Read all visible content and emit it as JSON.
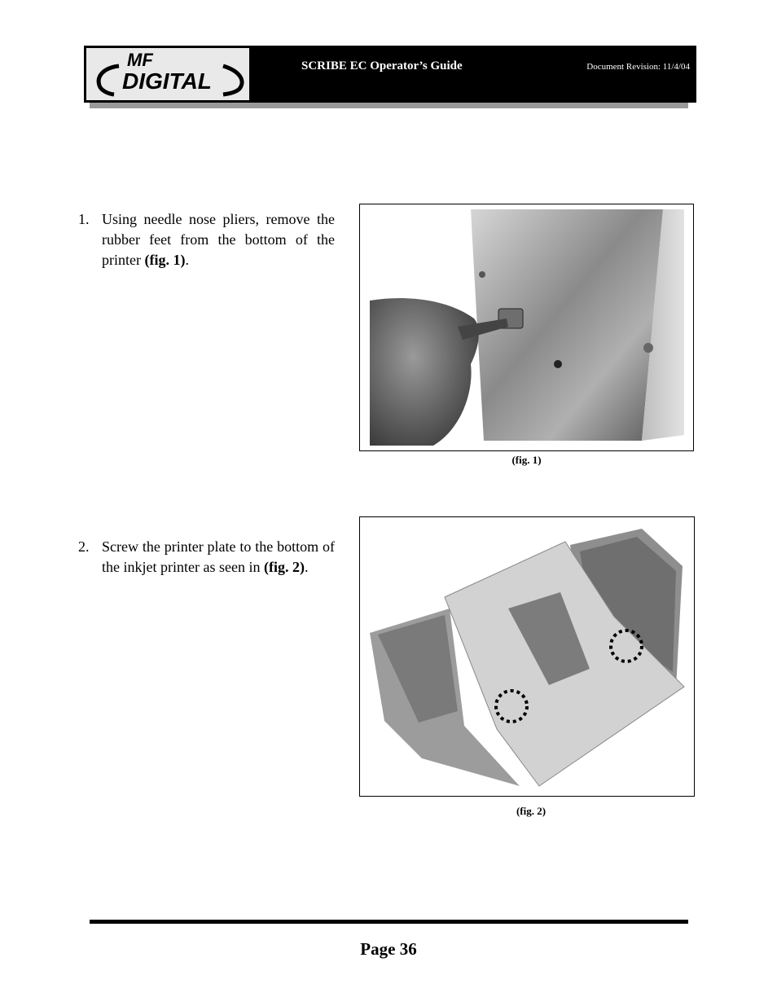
{
  "header": {
    "logo_line1": "MF",
    "logo_line2": "DIGITAL",
    "title": "SCRIBE EC Operator’s Guide",
    "revision": "Document Revision: 11/4/04"
  },
  "steps": [
    {
      "number": "1.",
      "text": "Using needle nose pliers, remove the rubber feet from the bottom of the printer ",
      "ref": "(fig. 1)",
      "end": "."
    },
    {
      "number": "2.",
      "text": "Screw the printer plate to the bottom of the inkjet printer as seen in ",
      "ref": "(fig. 2)",
      "end": "."
    }
  ],
  "figures": [
    {
      "caption": "(fig. 1)",
      "icon": "pliers-removing-foot-photo"
    },
    {
      "caption": "(fig. 2)",
      "icon": "printer-plate-photo"
    }
  ],
  "footer": {
    "page": "Page 36"
  }
}
